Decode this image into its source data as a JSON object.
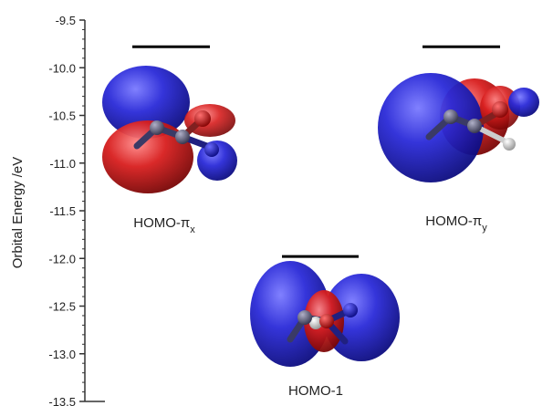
{
  "chart_data": {
    "type": "scatter",
    "title": "",
    "xlabel": "",
    "ylabel": "Orbital Energy /eV",
    "ylim": [
      -13.5,
      -9.5
    ],
    "yticks": [
      "-9.5",
      "-10.0",
      "-10.5",
      "-11.0",
      "-11.5",
      "-12.0",
      "-12.5",
      "-13.0",
      "-13.5"
    ],
    "grid": false,
    "legend": "none",
    "levels": [
      {
        "name": "HOMO-πx",
        "label_main": "HOMO-π",
        "label_sub": "x",
        "energy": -9.78
      },
      {
        "name": "HOMO-πy",
        "label_main": "HOMO-π",
        "label_sub": "y",
        "energy": -9.78
      },
      {
        "name": "HOMO-1",
        "label_main": "HOMO-1",
        "label_sub": "",
        "energy": -11.98
      }
    ]
  },
  "colors": {
    "level_line": "#000000",
    "lobe_positive": "#2a2ad8",
    "lobe_negative": "#d81e1e",
    "atom_carbon": "#5a5a70",
    "atom_nitrogen": "#1a1ab8",
    "atom_oxygen": "#c01010",
    "atom_hydrogen": "#f0f0f0"
  }
}
